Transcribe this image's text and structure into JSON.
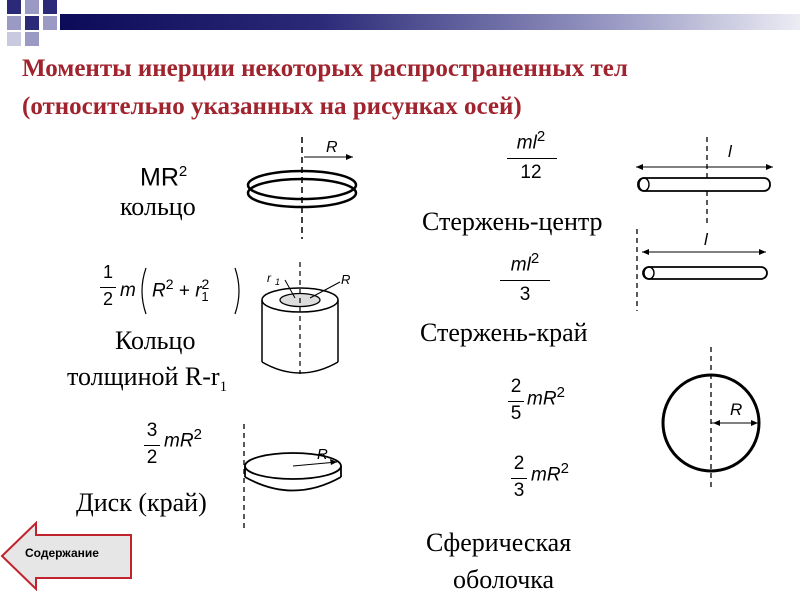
{
  "title": {
    "line1": "Моменты инерции некоторых распространенных тел",
    "line2": "(относительно указанных на рисунках осей)"
  },
  "ring": {
    "formula_main": "MR",
    "formula_exp": "2",
    "label": "кольцо",
    "axis_label": "R"
  },
  "thick_ring": {
    "coef_num": "1",
    "coef_den": "2",
    "formula_m": "m",
    "formula_R": "R",
    "formula_R_exp": "2",
    "formula_plus": "+",
    "formula_r": "r",
    "formula_r_exp": "2",
    "formula_r_sub": "1",
    "label_line1": "Кольцо",
    "label_line2": "толщиной R-r",
    "label_sub": "1",
    "axis_label_r": "r",
    "axis_label_r_sub": "1",
    "axis_label_R": "R"
  },
  "disk": {
    "coef_num": "3",
    "coef_den": "2",
    "formula": "mR",
    "formula_exp": "2",
    "label": "Диск (край)",
    "axis_label": "R"
  },
  "rod_center": {
    "num": "ml",
    "num_exp": "2",
    "den": "12",
    "label": "Стержень-центр",
    "axis_label": "l"
  },
  "rod_end": {
    "num": "ml",
    "num_exp": "2",
    "den": "3",
    "label": "Стержень-край",
    "axis_label": "l"
  },
  "sphere": {
    "solid_num": "2",
    "solid_den": "5",
    "solid_formula": "mR",
    "solid_exp": "2",
    "shell_num": "2",
    "shell_den": "3",
    "shell_formula": "mR",
    "shell_exp": "2",
    "label_line1": "Сферическая",
    "label_line2": "оболочка",
    "axis_label": "R"
  },
  "nav": {
    "back_label": "Содержание"
  },
  "colors": {
    "title": "#a0232e",
    "topbar": "#0b0b5a",
    "squares": "#2a2a78",
    "button_fill": "#e6e6e6",
    "button_border": "#c0232e"
  },
  "icons": {
    "back": "left-arrow-icon"
  }
}
